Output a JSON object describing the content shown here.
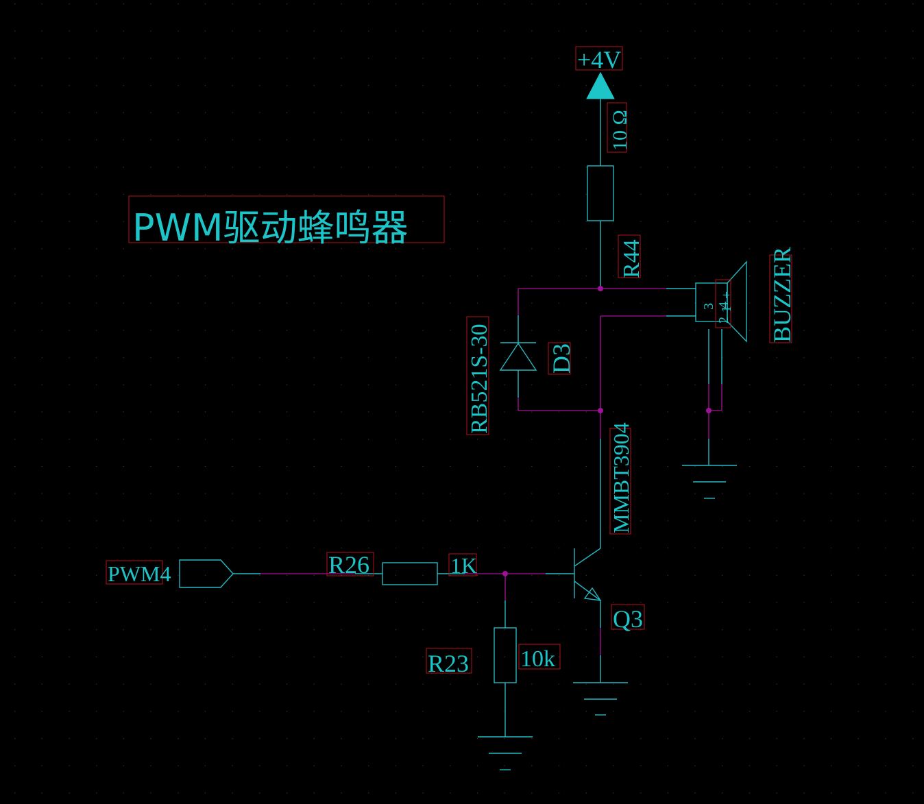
{
  "title": "PWM驱动蜂鸣器",
  "labels": {
    "power": "+4V",
    "r44_value": "10 Ω",
    "r44_ref": "R44",
    "buzzer_ref": "BUZZER",
    "buzzer_pin_plus": "+",
    "buzzer_pin3": "3",
    "buzzer_pin4": "4",
    "buzzer_pin2": "2",
    "buzzer_pin1": "1",
    "diode_part": "RB521S-30",
    "diode_ref": "D3",
    "transistor_part": "MMBT3904",
    "transistor_ref": "Q3",
    "net_in": "PWM4",
    "r26_ref": "R26",
    "r26_value": "1K",
    "r23_ref": "R23",
    "r23_value": "10k"
  },
  "colors": {
    "background": "#000000",
    "wire": "#8a0f7a",
    "symbol": "#25b7c0",
    "text": "#1ec5c8",
    "label_box": "#b5141b"
  }
}
